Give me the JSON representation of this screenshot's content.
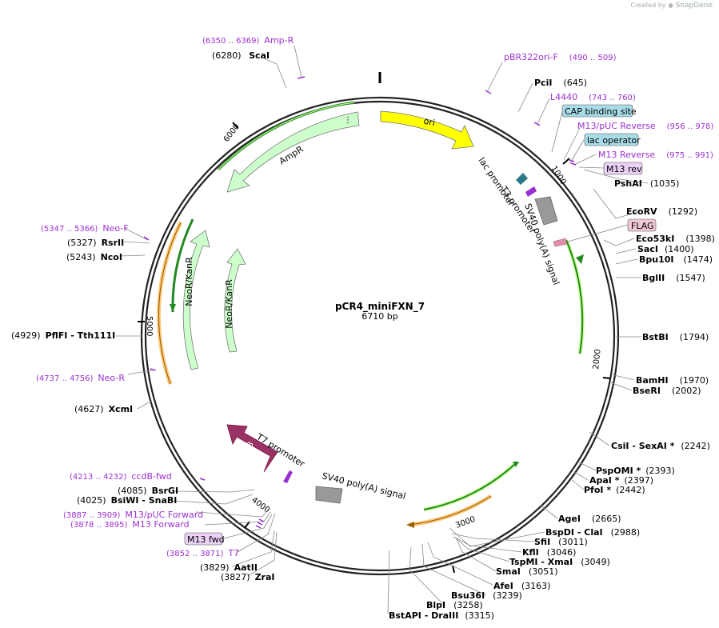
{
  "credit": {
    "prefix": "Created by",
    "brand": "SnapGene"
  },
  "plasmid": {
    "name": "pCR4_miniFXN_7",
    "size_label": "6710 bp"
  },
  "ticks": [
    "1000",
    "2000",
    "3000",
    "4000",
    "5000",
    "6000"
  ],
  "sites": [
    {
      "name": "ScaI",
      "pos": "(6280)"
    },
    {
      "name": "PciI",
      "pos": "(645)"
    },
    {
      "name": "PshAI",
      "pos": "(1035)"
    },
    {
      "name": "EcoRV",
      "pos": "(1292)"
    },
    {
      "name": "Eco53kI",
      "pos": "(1398)"
    },
    {
      "name": "SacI",
      "pos": "(1400)"
    },
    {
      "name": "Bpu10I",
      "pos": "(1474)"
    },
    {
      "name": "BglII",
      "pos": "(1547)"
    },
    {
      "name": "BstBI",
      "pos": "(1794)"
    },
    {
      "name": "BamHI",
      "pos": "(1970)"
    },
    {
      "name": "BseRI",
      "pos": "(2002)"
    },
    {
      "name": "CsiI - SexAI *",
      "pos": "(2242)"
    },
    {
      "name": "PspOMI *",
      "pos": "(2393)"
    },
    {
      "name": "ApaI *",
      "pos": "(2397)"
    },
    {
      "name": "PfoI *",
      "pos": "(2442)"
    },
    {
      "name": "AgeI",
      "pos": "(2665)"
    },
    {
      "name": "BspDI - ClaI",
      "pos": "(2988)"
    },
    {
      "name": "SfiI",
      "pos": "(3011)"
    },
    {
      "name": "KflI",
      "pos": "(3046)"
    },
    {
      "name": "TspMI - XmaI",
      "pos": "(3049)"
    },
    {
      "name": "SmaI",
      "pos": "(3051)"
    },
    {
      "name": "AfeI",
      "pos": "(3163)"
    },
    {
      "name": "Bsu36I",
      "pos": "(3239)"
    },
    {
      "name": "BlpI",
      "pos": "(3258)"
    },
    {
      "name": "BstAPI - DraIII",
      "pos": "(3315)"
    },
    {
      "name": "ZraI",
      "pos": "(3827)"
    },
    {
      "name": "AatII",
      "pos": "(3829)"
    },
    {
      "name": "BsiWI - SnaBI",
      "pos": "(4025)"
    },
    {
      "name": "BsrGI",
      "pos": "(4085)"
    },
    {
      "name": "XcmI",
      "pos": "(4627)"
    },
    {
      "name": "PflFI - Tth111I",
      "pos": "(4929)"
    },
    {
      "name": "NcoI",
      "pos": "(5243)"
    },
    {
      "name": "RsrII",
      "pos": "(5327)"
    }
  ],
  "primers": [
    {
      "name": "Amp-R",
      "range": "(6350 .. 6369)"
    },
    {
      "name": "pBR322ori-F",
      "range": "(490 .. 509)"
    },
    {
      "name": "L4440",
      "range": "(743 .. 760)"
    },
    {
      "name": "M13/pUC Reverse",
      "range": "(956 .. 978)"
    },
    {
      "name": "M13 Reverse",
      "range": "(975 .. 991)"
    },
    {
      "name": "Neo-F",
      "range": "(5347 .. 5366)"
    },
    {
      "name": "Neo-R",
      "range": "(4737 .. 4756)"
    },
    {
      "name": "ccdB-fwd",
      "range": "(4213 .. 4232)"
    },
    {
      "name": "M13/pUC Forward",
      "range": "(3887 .. 3909)"
    },
    {
      "name": "M13 Forward",
      "range": "(3878 .. 3895)"
    },
    {
      "name": "T7",
      "range": "(3852 .. 3871)"
    }
  ],
  "boxed_features": [
    "CAP binding site",
    "lac operator",
    "M13 rev",
    "FLAG",
    "M13 fwd"
  ],
  "features": {
    "ori": "ori",
    "ampr": "AmpR",
    "neo1": "NeoR/KanR",
    "neo2": "NeoR/KanR",
    "ccdb": "ccdB",
    "lac_promoter": "lac promoter",
    "t3_promoter": "T3 promoter",
    "sv40_top": "SV40 poly(A) signal",
    "t7_promoter": "T7 promoter",
    "sv40_bottom": "SV40 poly(A) signal"
  },
  "colors": {
    "ori": "#ffff00",
    "ampr": "#ccffcc",
    "ccdb": "#993366",
    "orf_green": "#33aa33",
    "orf_orange": "#ffcc80",
    "primer": "#9b30d0",
    "cap_box": "#a8dce8",
    "mrev_box": "#ead1f5",
    "flag_box": "#f0c8d8",
    "promoter_grey": "#999999"
  }
}
